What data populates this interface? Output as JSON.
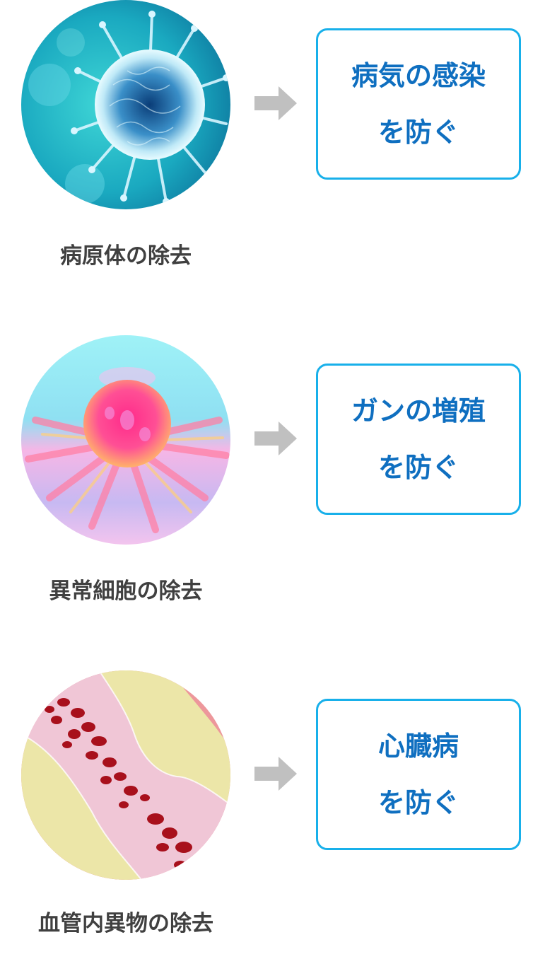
{
  "colors": {
    "caption_text": "#404040",
    "result_text": "#0f6fc0",
    "box_border": "#18b0ea",
    "arrow": "#c0c0c0",
    "background": "#ffffff"
  },
  "rows": [
    {
      "image": "virus-illustration",
      "caption": "病原体の除去",
      "arrow": "right-arrow-icon",
      "result": {
        "line1": "病気の感染",
        "line2": "を防ぐ"
      }
    },
    {
      "image": "cancer-cell-illustration",
      "caption": "異常細胞の除去",
      "arrow": "right-arrow-icon",
      "result": {
        "line1": "ガンの増殖",
        "line2": "を防ぐ"
      }
    },
    {
      "image": "blood-vessel-plaque-illustration",
      "caption": "血管内異物の除去",
      "arrow": "right-arrow-icon",
      "result": {
        "line1": "心臓病",
        "line2": "を防ぐ"
      }
    }
  ]
}
